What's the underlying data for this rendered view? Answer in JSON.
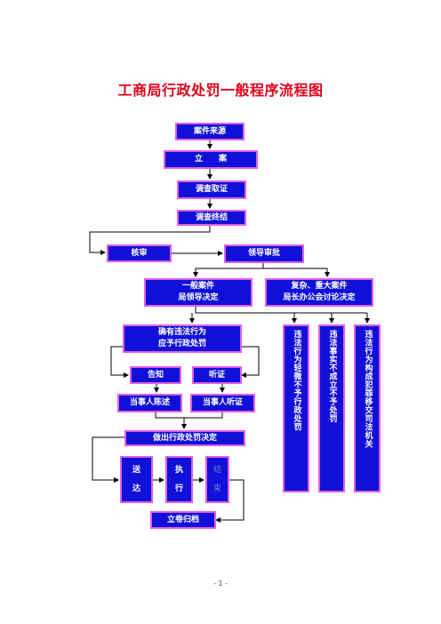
{
  "title": "工商局行政处罚一般程序流程图",
  "boxes": {
    "case_source": "案件来源",
    "filing": "立　　案",
    "investigate": "调查取证",
    "investigation_end": "调查终结",
    "review": "核审",
    "leader_review": "领导审批",
    "general_case": [
      "一般案件",
      "局领导决定"
    ],
    "major_case": [
      "复杂、重大案件",
      "局长办公会讨论决定"
    ],
    "confirmed_violation": [
      "确有违法行为",
      "应予行政处罚"
    ],
    "notify": "告知",
    "hearing": "听证",
    "party_statement": "当事人陈述",
    "party_hearing": "当事人听证",
    "make_decision": "做出行政处罚决定",
    "deliver": [
      "送",
      "达"
    ],
    "execute": [
      "执",
      "行"
    ],
    "close": [
      "结",
      "束"
    ],
    "archive": "立卷归档"
  },
  "vertical_boxes": {
    "minor_no_penalty": "违法行为轻微不予行政处罚",
    "fact_not_established": "违法事实不成立不予处罚",
    "crime_transfer": "违法行为构成犯罪移交司法机关"
  },
  "page_number": "- 1 -",
  "colors": {
    "box_fill": "#1010d8",
    "box_border": "#e060e0",
    "title": "#e0001a"
  }
}
